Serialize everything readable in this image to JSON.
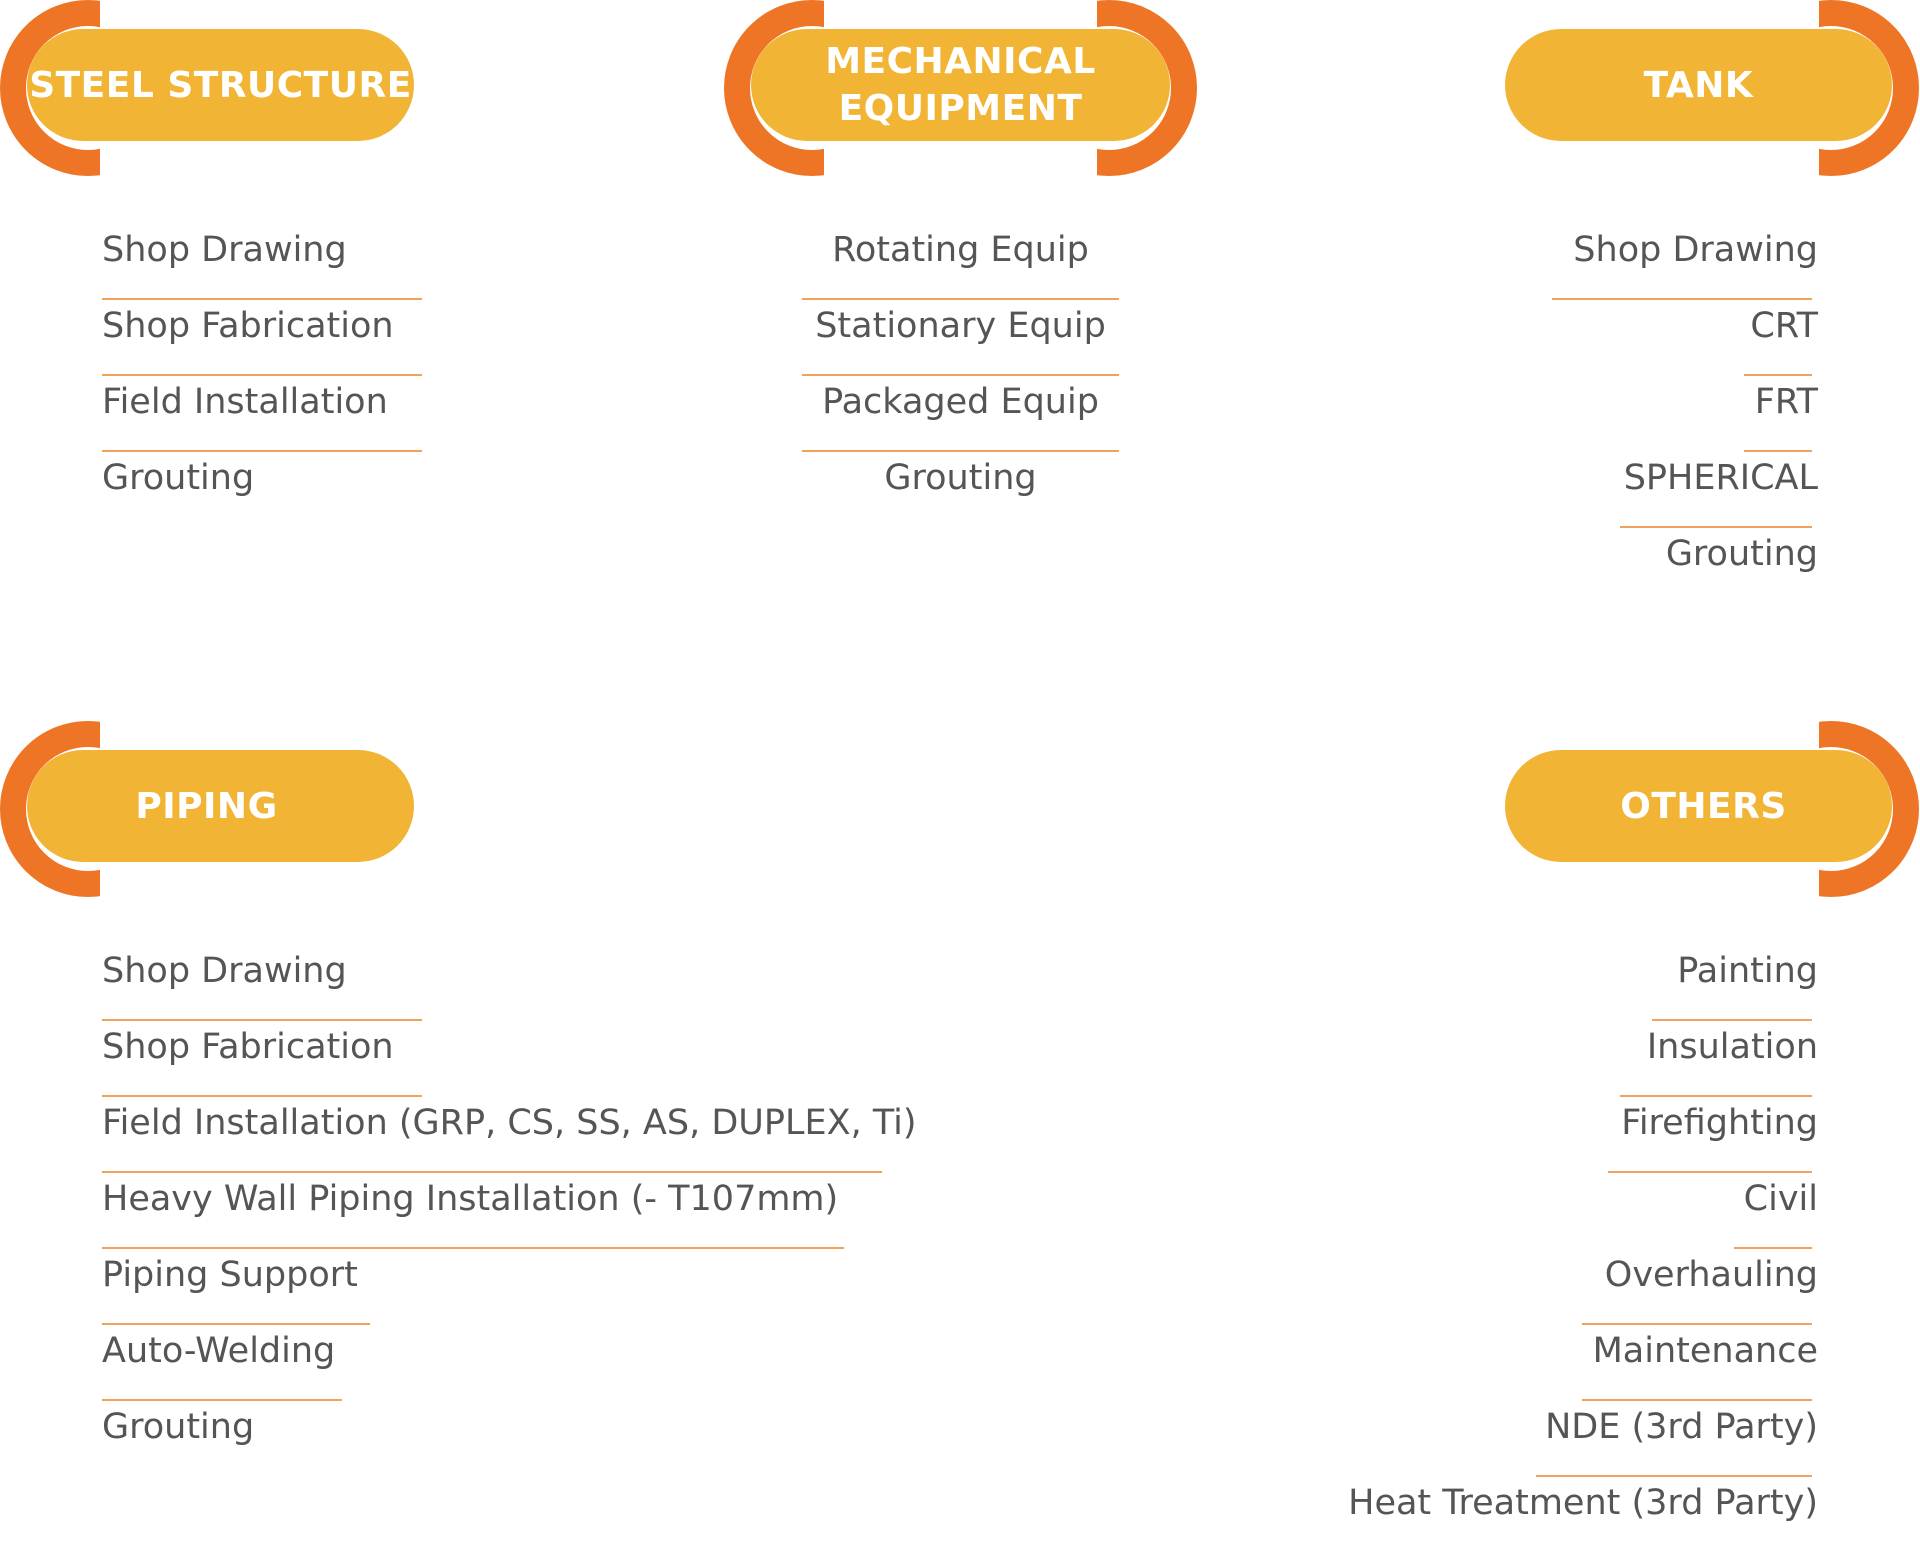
{
  "categories": [
    {
      "title": "STEEL STRUCTURE",
      "items": [
        "Shop Drawing",
        "Shop Fabrication",
        "Field Installation",
        "Grouting"
      ]
    },
    {
      "title": "MECHANICAL\nEQUIPMENT",
      "items": [
        "Rotating Equip",
        "Stationary Equip",
        "Packaged Equip",
        "Grouting"
      ]
    },
    {
      "title": "TANK",
      "items": [
        "Shop Drawing",
        "CRT",
        "FRT",
        "SPHERICAL",
        "Grouting"
      ]
    },
    {
      "title": "PIPING",
      "items": [
        "Shop Drawing",
        "Shop Fabrication",
        "Field Installation (GRP, CS, SS, AS, DUPLEX, Ti)",
        "Heavy Wall Piping Installation (- T107mm)",
        "Piping Support",
        "Auto-Welding",
        "Grouting"
      ]
    },
    {
      "title": "OTHERS",
      "items": [
        "Painting",
        "Insulation",
        "Firefighting",
        "Civil",
        "Overhauling",
        "Maintenance",
        "NDE (3rd Party)",
        "Heat Treatment (3rd Party)"
      ]
    }
  ],
  "colors": {
    "accent_orange": "#ef7526",
    "pill_yellow": "#f2b434",
    "divider": "#f0a35a",
    "text": "#555555",
    "title_text": "#ffffff"
  }
}
